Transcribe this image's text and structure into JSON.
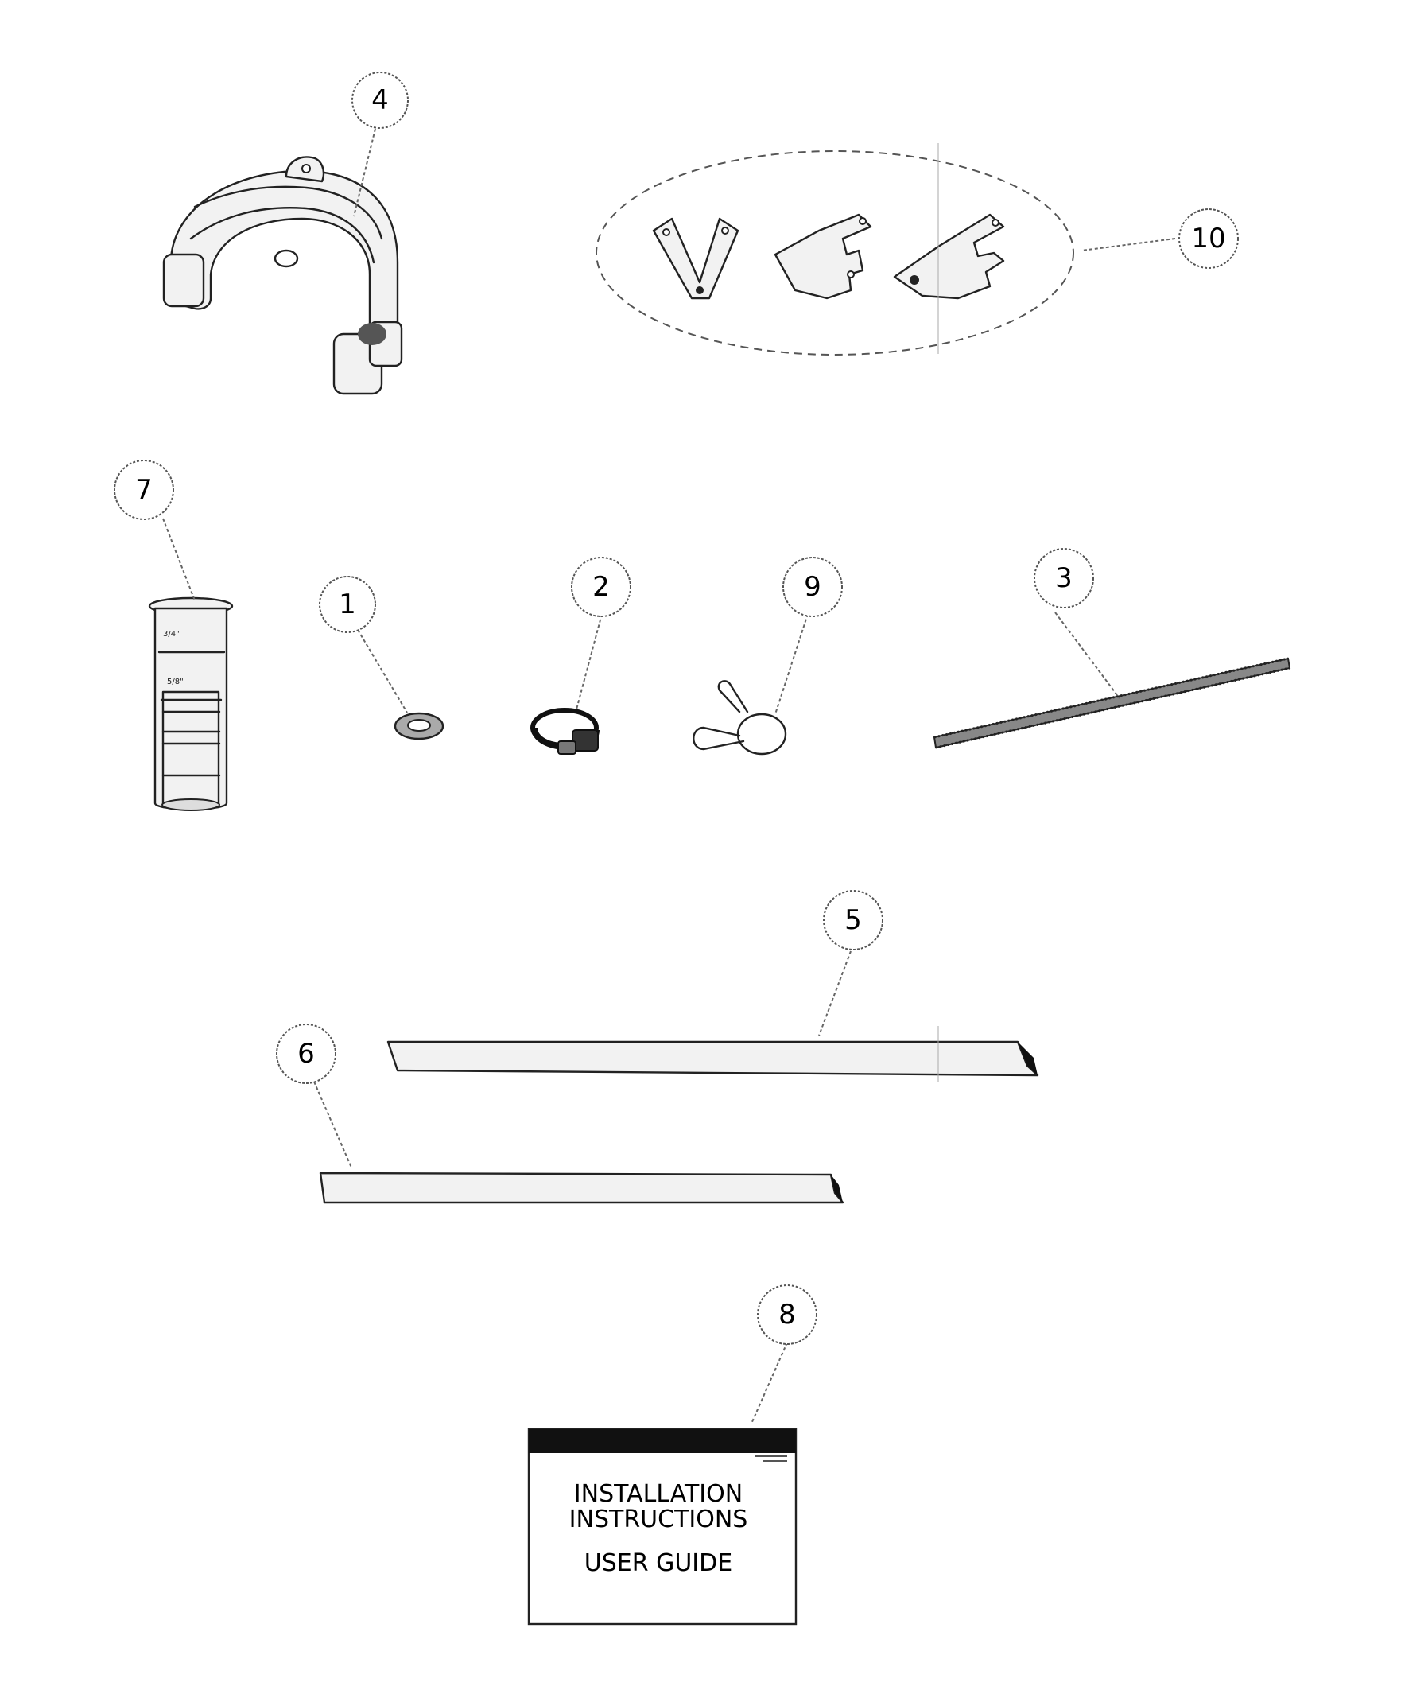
{
  "callouts": [
    {
      "label": "4"
    },
    {
      "label": "10"
    },
    {
      "label": "7"
    },
    {
      "label": "1"
    },
    {
      "label": "2"
    },
    {
      "label": "9"
    },
    {
      "label": "3"
    },
    {
      "label": "5"
    },
    {
      "label": "6"
    },
    {
      "label": "8"
    }
  ],
  "parts": {
    "hose_adapter_marks": [
      "3/4\"",
      "5/8\""
    ],
    "manual": {
      "line1": "INSTALLATION",
      "line2": "INSTRUCTIONS",
      "line3": "USER GUIDE"
    }
  }
}
